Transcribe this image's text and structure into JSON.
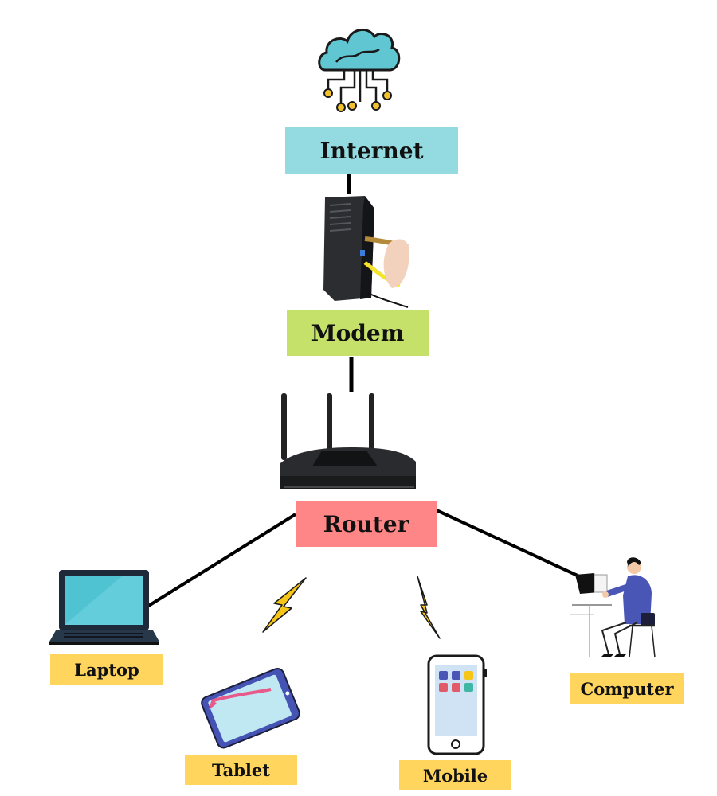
{
  "nodes": {
    "internet": "Internet",
    "modem": "Modem",
    "router": "Router",
    "laptop": "Laptop",
    "tablet": "Tablet",
    "mobile": "Mobile",
    "computer": "Computer"
  },
  "colors": {
    "internet_label": "#93dbe0",
    "modem_label": "#c6e16a",
    "router_label": "#ff8687",
    "device_label": "#ffd55d",
    "cloud": "#60c6d1",
    "connector_dot": "#f2c12e",
    "lightning": "#f5c518",
    "person_shirt": "#4a56b5"
  },
  "icons": {
    "internet": "cloud-network-icon",
    "modem": "modem-icon",
    "router": "router-icon",
    "laptop": "laptop-icon",
    "tablet": "tablet-icon",
    "mobile": "smartphone-icon",
    "computer": "person-at-computer-icon",
    "wireless": "lightning-icon"
  }
}
